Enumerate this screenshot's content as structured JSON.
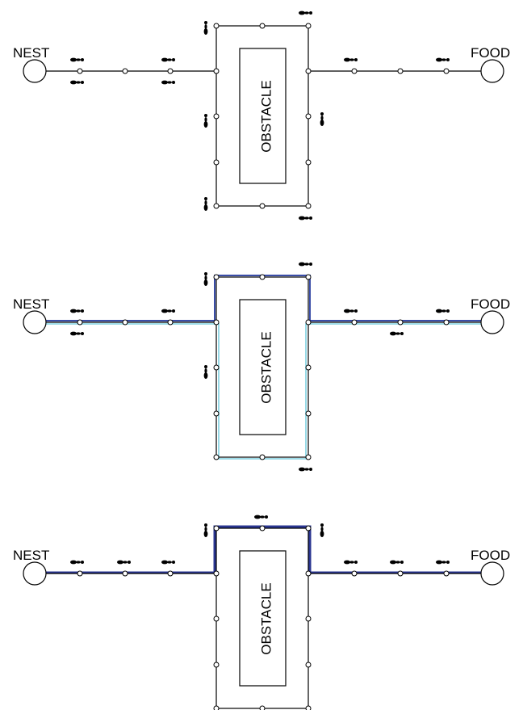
{
  "labels": {
    "nest": "NEST",
    "food": "FOOD",
    "obstacle": "OBSTACLE"
  },
  "colors": {
    "line": "#000000",
    "pheromone_upper": "#3a4da8",
    "pheromone_lower": "#7fd0e0",
    "pheromone_strong": "#2a3590"
  },
  "panels": [
    {
      "stage": "initial",
      "pheromone": "none"
    },
    {
      "stage": "intermediate",
      "pheromone": "both-paths"
    },
    {
      "stage": "converged",
      "pheromone": "upper-path"
    }
  ]
}
